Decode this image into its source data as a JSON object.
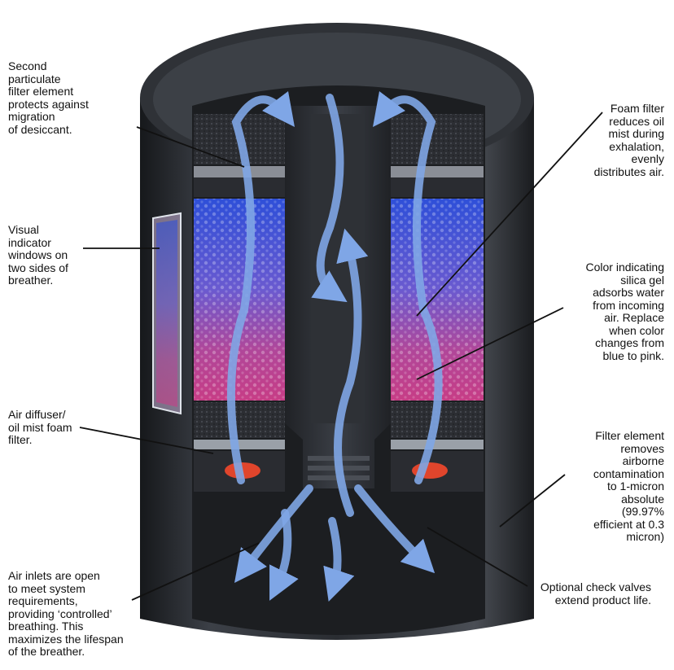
{
  "annotations": {
    "second_particulate": "Second\nparticulate\nfilter element\nprotects against\nmigration\nof desiccant.",
    "visual_indicator": "Visual\nindicator\nwindows on\ntwo sides of\nbreather.",
    "air_diffuser": "Air diffuser/\noil mist foam\nfilter.",
    "air_inlets": "Air inlets are open\nto meet system\nrequirements,\nproviding ‘controlled’\nbreathing. This\nmaximizes the lifespan\nof the breather.",
    "foam_filter": "Foam filter\nreduces oil\nmist during\nexhalation,\nevenly\ndistributes air.",
    "silica_gel": "Color indicating\nsilica gel\nadsorbs water\nfrom incoming\nair. Replace\nwhen color\nchanges from\nblue to pink.",
    "filter_element": "Filter element\nremoves\nairborne\ncontamination\nto 1-micron\nabsolute\n(99.97%\nefficient at 0.3\nmicron)",
    "check_valves": "Optional check valves\nextend product life."
  },
  "colors": {
    "housing": "#2b2e33",
    "desiccant_top": "#3b55d6",
    "desiccant_bottom": "#c23a86",
    "arrow": "#7fa6e6",
    "valve": "#e0452c"
  }
}
